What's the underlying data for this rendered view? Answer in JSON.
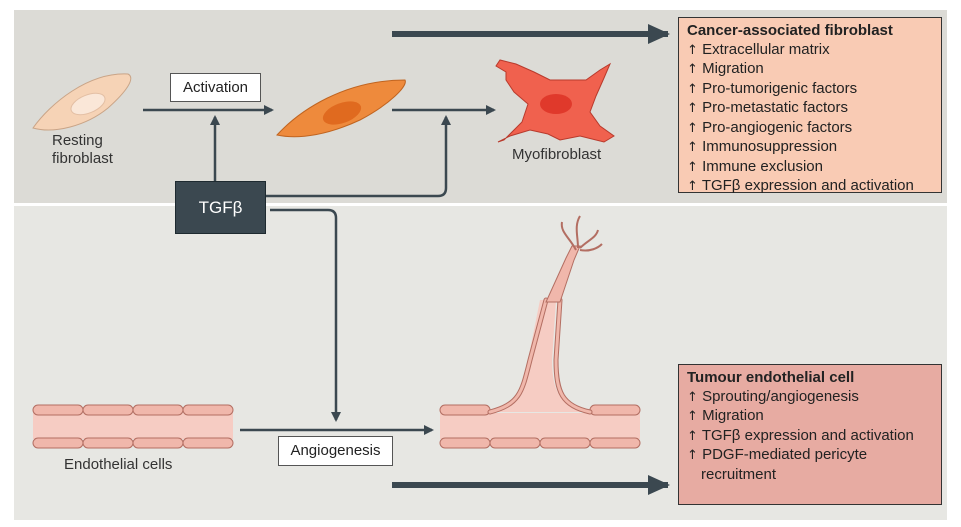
{
  "labels": {
    "resting_fibroblast": [
      "Resting",
      "fibroblast"
    ],
    "activation": "Activation",
    "myofibroblast": "Myofibroblast",
    "tgfb": "TGFβ",
    "endothelial_cells": "Endothelial cells",
    "angiogenesis": "Angiogenesis"
  },
  "caf_box": {
    "title": "Cancer-associated fibroblast",
    "items": [
      "Extracellular matrix",
      "Migration",
      "Pro-tumorigenic factors",
      "Pro-metastatic factors",
      "Pro-angiogenic factors",
      "Immunosuppression",
      "Immune exclusion",
      "TGFβ expression and activation"
    ]
  },
  "tec_box": {
    "title": "Tumour endothelial cell",
    "items": [
      "Sprouting/angiogenesis",
      "Migration",
      "TGFβ  expression and activation",
      "PDGF-mediated pericyte recruitment"
    ]
  },
  "symbols": {
    "up_arrow": "↑"
  },
  "colors": {
    "top_panel": "#dcdbd6",
    "bottom_panel": "#e7e7e3",
    "tgfb_box": "#3b4850",
    "arrow": "#3b4850",
    "caf_box": "#f9cbb4",
    "tec_box": "#e7aba2",
    "resting_cell": "#f6d3b6",
    "activated_cell": "#ee8a3c",
    "myofibroblast": "#f0614e",
    "vessel": "#f0b7ab"
  }
}
